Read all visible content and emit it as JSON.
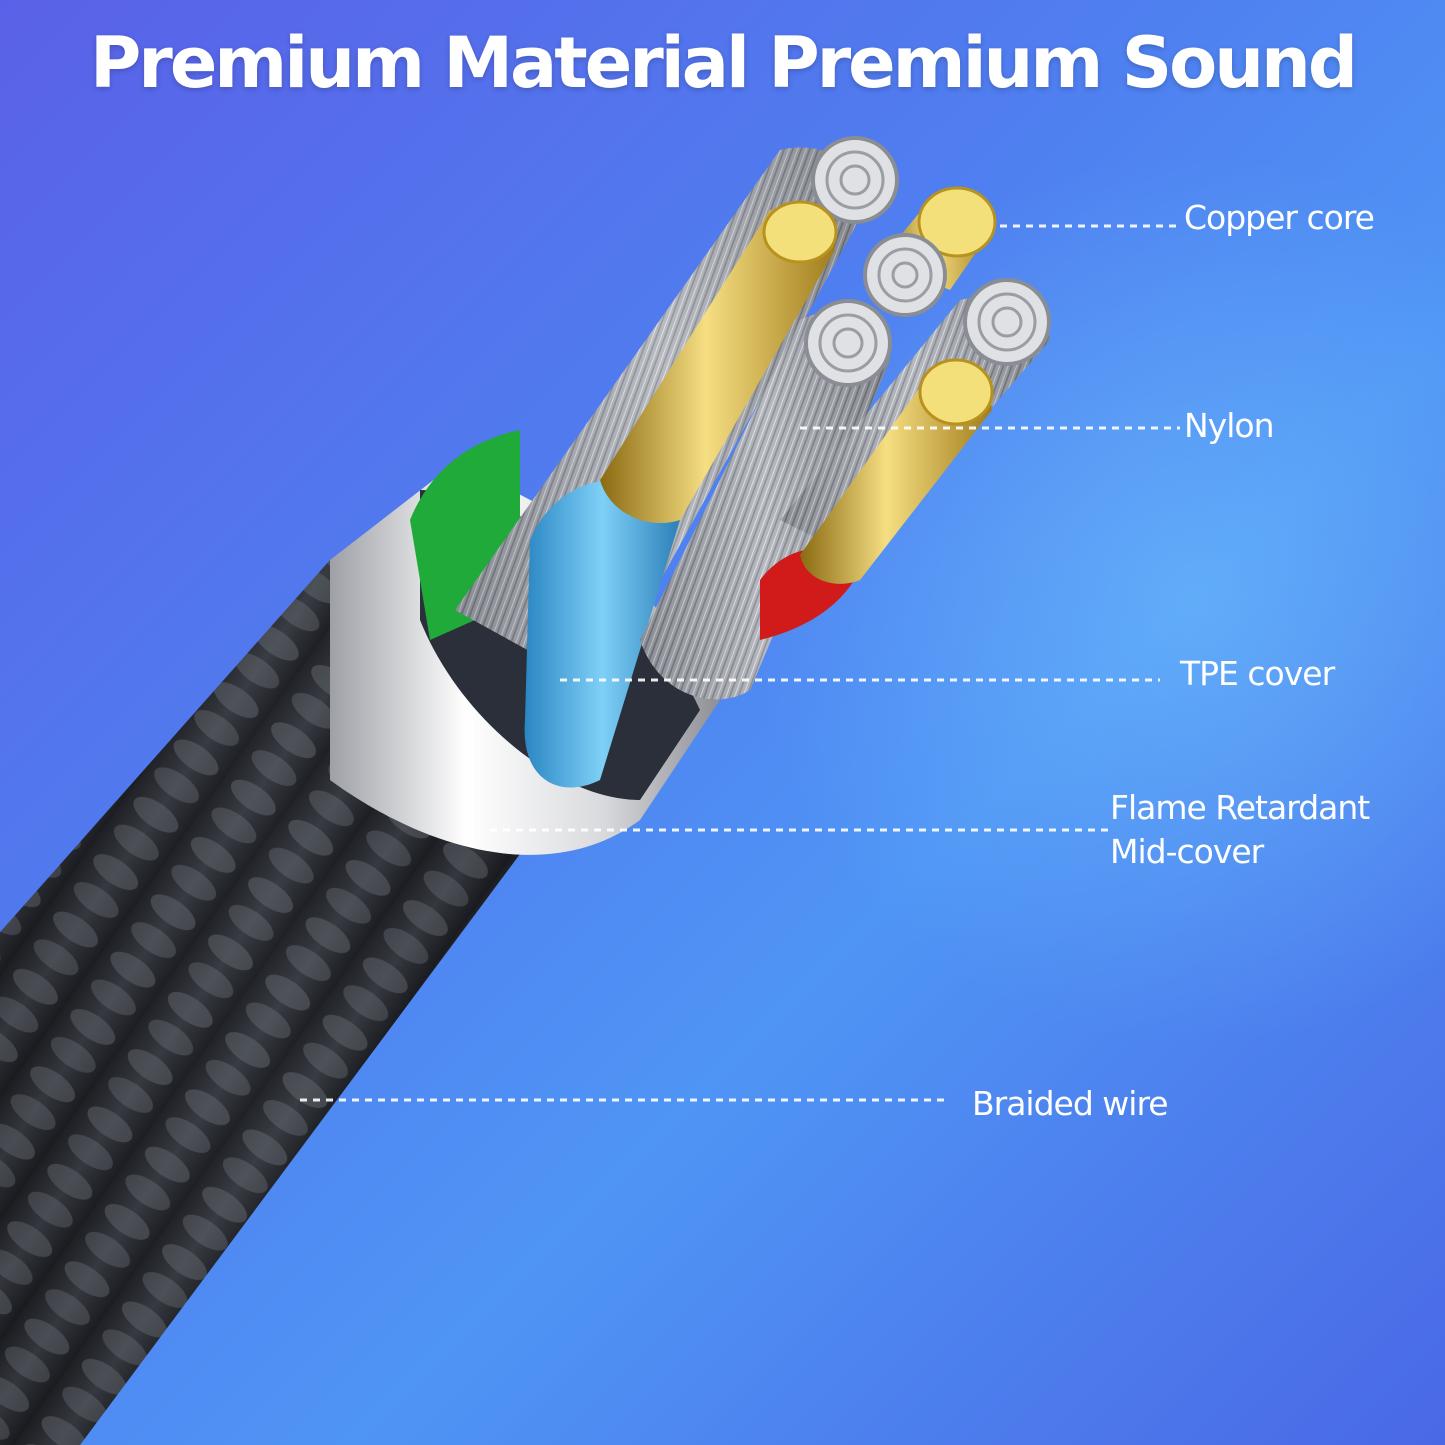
{
  "headline": "Premium Material Premium Sound",
  "labels": {
    "copper_core": "Copper core",
    "nylon": "Nylon",
    "tpe_cover": "TPE cover",
    "flame_retardant": "Flame Retardant\nMid-cover",
    "braided_wire": "Braided wire"
  },
  "colors": {
    "background_start": "#5a61e8",
    "background_mid": "#4f95f5",
    "braid": "#2a2d33",
    "mid_cover": "#e8e8ea",
    "tpe_green": "#1faa3a",
    "tpe_blue": "#49aee6",
    "tpe_red": "#d11a1a",
    "copper_gold": "#d9b23a",
    "strand_silver": "#b9bcc2"
  }
}
